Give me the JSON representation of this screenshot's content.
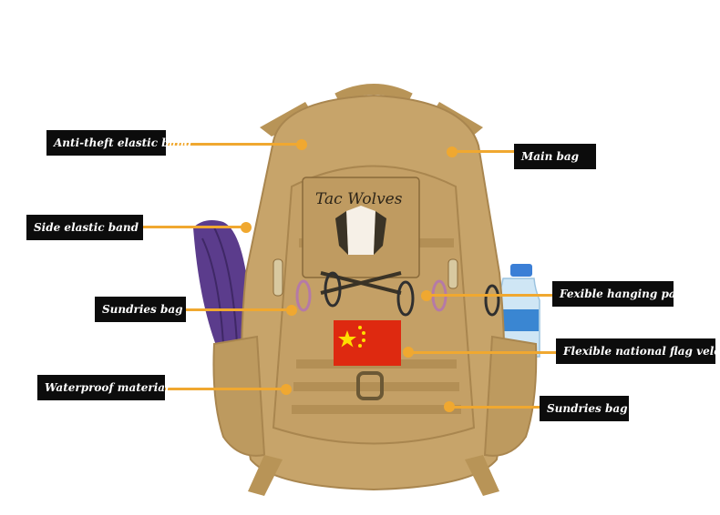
{
  "product": {
    "brand_patch_text": "Tac Wolves",
    "colors": {
      "fabric": "#c7a46a",
      "fabric_dark": "#a9864f",
      "callout_line": "#f0a830",
      "label_bg": "#0c0c0c",
      "label_text": "#ffffff",
      "flag_red": "#de2910",
      "flag_star": "#ffde00"
    }
  },
  "callouts": {
    "anti_theft": "Anti-theft elastic band",
    "main_bag": "Main bag",
    "side_elastic": "Side elastic band",
    "sundries_left": "Sundries bag",
    "hanging": "Fexible hanging part",
    "flag_velcro": "Flexible national flag velcro",
    "waterproof": "Waterproof material",
    "sundries_right": "Sundries bag"
  }
}
